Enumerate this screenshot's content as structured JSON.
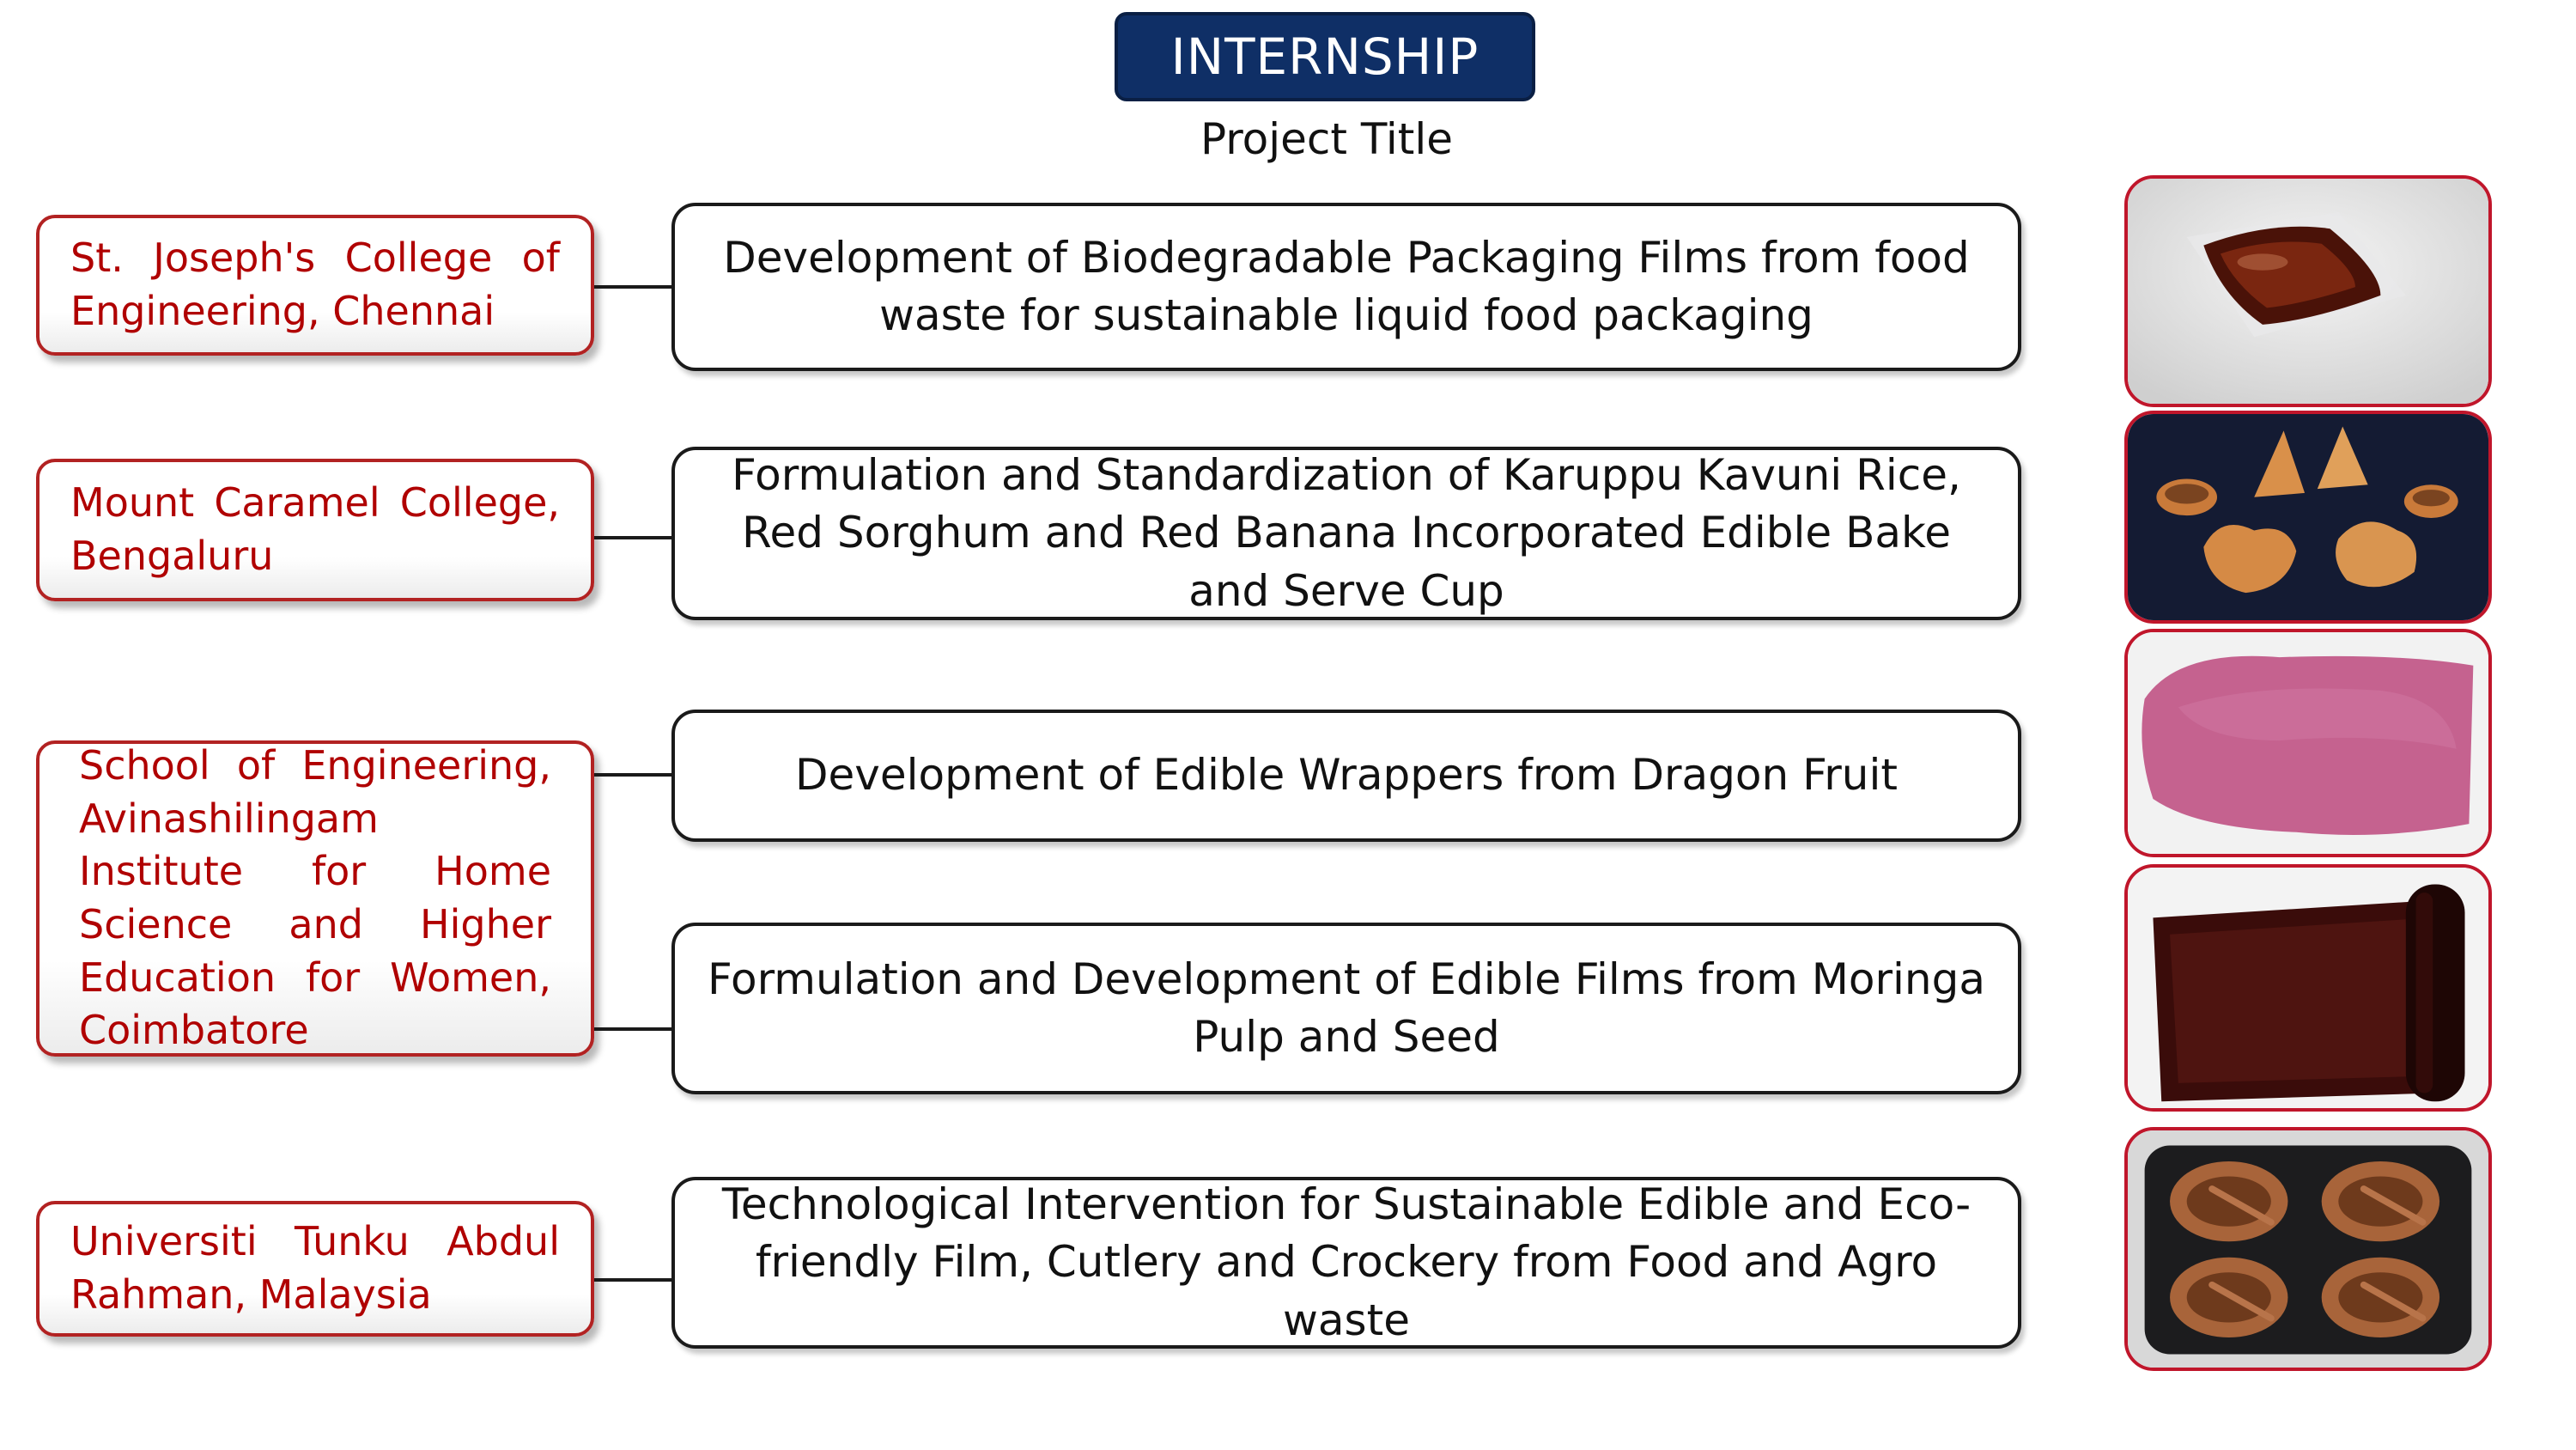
{
  "header": {
    "title": "INTERNSHIP",
    "subtitle": "Project Title"
  },
  "institutions": [
    "St. Joseph's College of Engineering, Chennai",
    "Mount Caramel College, Bengaluru",
    "School of Engineering, Avinashilingam Institute for Home Science and Higher Education for Women, Coimbatore",
    "Universiti Tunku Abdul Rahman, Malaysia"
  ],
  "projects": [
    "Development of Biodegradable Packaging Films from food waste for sustainable liquid food packaging",
    "Formulation and Standardization of Karuppu Kavuni Rice, Red Sorghum and Red Banana Incorporated Edible Bake and Serve Cup",
    "Development of Edible Wrappers from Dragon Fruit",
    "Formulation and Development of Edible Films from Moringa Pulp and Seed",
    "Technological Intervention for Sustainable Edible and Eco-friendly Film, Cutlery and Crockery from Food and Agro waste"
  ],
  "colors": {
    "banner": "#0f2f66",
    "institution_text": "#b00000",
    "institution_border": "#b22222",
    "photo_border": "#c0162b"
  }
}
